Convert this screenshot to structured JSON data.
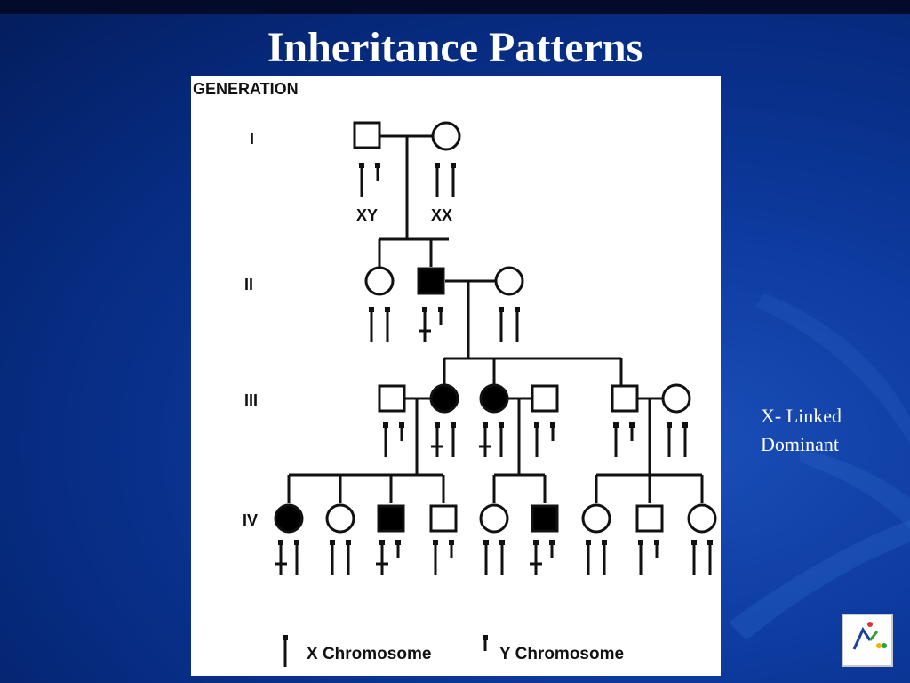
{
  "slide": {
    "title": "Inheritance Patterns",
    "side_label_line1": "X- Linked",
    "side_label_line2": "Dominant"
  },
  "pedigree": {
    "header": "GENERATION",
    "generations": [
      "I",
      "II",
      "III",
      "IV"
    ],
    "chromosome_labels": {
      "male": "XY",
      "female": "XX"
    },
    "legend": {
      "x_label": "X Chromosome",
      "y_label": "Y Chromosome"
    },
    "individuals": [
      {
        "id": "I-1",
        "generation": "I",
        "sex": "male",
        "affected": false
      },
      {
        "id": "I-2",
        "generation": "I",
        "sex": "female",
        "affected": false
      },
      {
        "id": "II-1",
        "generation": "II",
        "sex": "female",
        "affected": false
      },
      {
        "id": "II-2",
        "generation": "II",
        "sex": "male",
        "affected": true
      },
      {
        "id": "II-3",
        "generation": "II",
        "sex": "female",
        "affected": false
      },
      {
        "id": "III-1",
        "generation": "III",
        "sex": "male",
        "affected": false
      },
      {
        "id": "III-2",
        "generation": "III",
        "sex": "female",
        "affected": true
      },
      {
        "id": "III-3",
        "generation": "III",
        "sex": "female",
        "affected": true
      },
      {
        "id": "III-4",
        "generation": "III",
        "sex": "male",
        "affected": false
      },
      {
        "id": "III-5",
        "generation": "III",
        "sex": "male",
        "affected": false
      },
      {
        "id": "III-6",
        "generation": "III",
        "sex": "female",
        "affected": false
      },
      {
        "id": "IV-1",
        "generation": "IV",
        "sex": "female",
        "affected": true
      },
      {
        "id": "IV-2",
        "generation": "IV",
        "sex": "female",
        "affected": false
      },
      {
        "id": "IV-3",
        "generation": "IV",
        "sex": "male",
        "affected": true
      },
      {
        "id": "IV-4",
        "generation": "IV",
        "sex": "male",
        "affected": false
      },
      {
        "id": "IV-5",
        "generation": "IV",
        "sex": "female",
        "affected": false
      },
      {
        "id": "IV-6",
        "generation": "IV",
        "sex": "male",
        "affected": true
      },
      {
        "id": "IV-7",
        "generation": "IV",
        "sex": "female",
        "affected": false
      },
      {
        "id": "IV-8",
        "generation": "IV",
        "sex": "male",
        "affected": false
      },
      {
        "id": "IV-9",
        "generation": "IV",
        "sex": "female",
        "affected": false
      }
    ]
  },
  "colors": {
    "background": "#0d3a9e",
    "title": "#ffffff",
    "affected_fill": "#000000",
    "unaffected_fill": "#ffffff"
  }
}
